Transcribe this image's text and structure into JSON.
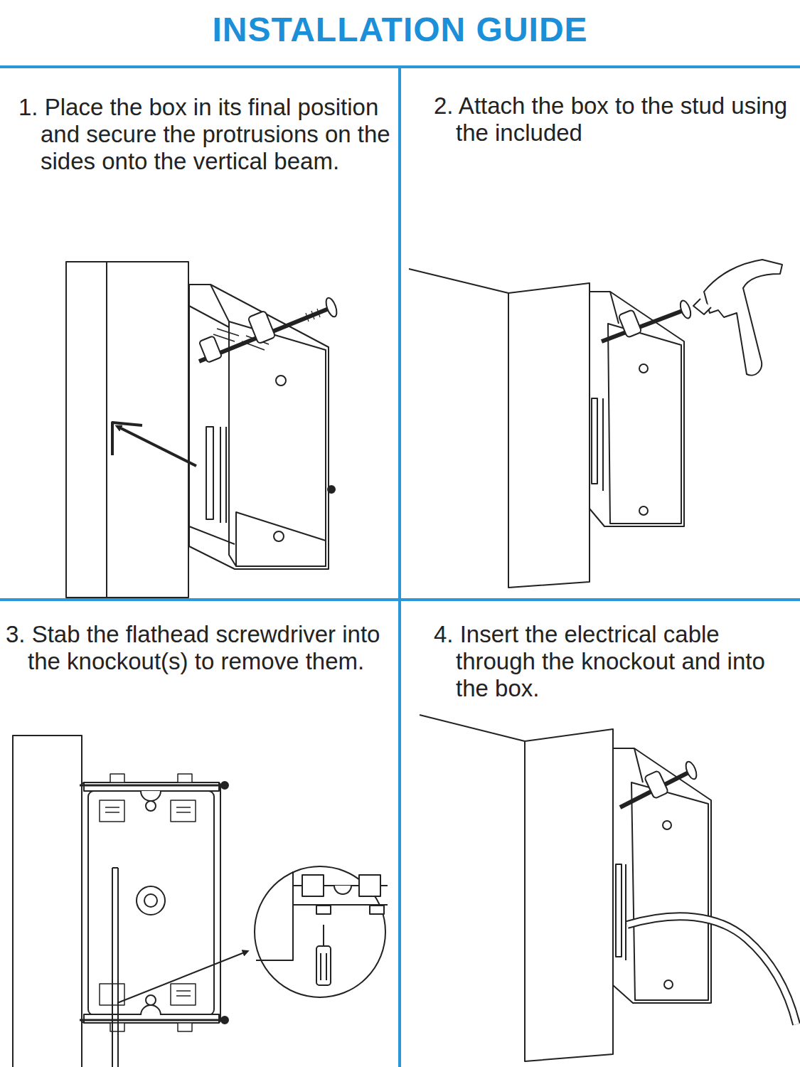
{
  "diagram": {
    "title": "INSTALLATION GUIDE",
    "nodes": [
      {
        "text": [
          "1. Place the box in its final position and secure the protrusions on the sides onto the vertical beam."
        ]
      },
      {
        "text": [
          "2. Attach the box to the stud using the included"
        ]
      },
      {
        "text": [
          "3. Stab the flathead screwdriver into the knockout(s) to remove them."
        ]
      },
      {
        "text": [
          "4. Insert the electrical cable through the knockout and into the box."
        ]
      }
    ]
  }
}
